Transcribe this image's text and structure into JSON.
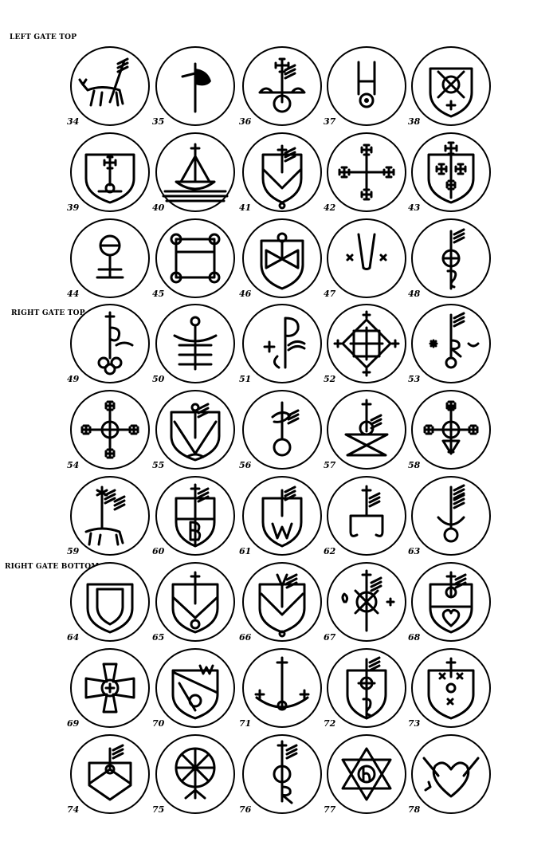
{
  "headings": {
    "left_gate_top": "LEFT GATE TOP",
    "right_gate_top": "RIGHT GATE TOP",
    "right_gate_bottom": "RIGHT GATE BOTTOM"
  },
  "marks": [
    {
      "number": "34",
      "symbol": "deer-with-flag"
    },
    {
      "number": "35",
      "symbol": "axe"
    },
    {
      "number": "36",
      "symbol": "cross-flag-orb-hills"
    },
    {
      "number": "37",
      "symbol": "fork-ring"
    },
    {
      "number": "38",
      "symbol": "shield-saltire"
    },
    {
      "number": "39",
      "symbol": "shield-cross-orb"
    },
    {
      "number": "40",
      "symbol": "ship"
    },
    {
      "number": "41",
      "symbol": "shield-chevron-flag"
    },
    {
      "number": "42",
      "symbol": "cross-potent"
    },
    {
      "number": "43",
      "symbol": "shield-crosses"
    },
    {
      "number": "44",
      "symbol": "orb-stand"
    },
    {
      "number": "45",
      "symbol": "square-circles"
    },
    {
      "number": "46",
      "symbol": "shield-bowtie"
    },
    {
      "number": "47",
      "symbol": "horseshoe-x"
    },
    {
      "number": "48",
      "symbol": "staff-orb-h"
    },
    {
      "number": "49",
      "symbol": "staff-p-trefoil"
    },
    {
      "number": "50",
      "symbol": "anchor-bars"
    },
    {
      "number": "51",
      "symbol": "chi-rho-c"
    },
    {
      "number": "52",
      "symbol": "diamond-cross"
    },
    {
      "number": "53",
      "symbol": "staff-r-star-moon"
    },
    {
      "number": "54",
      "symbol": "cross-circle-potent"
    },
    {
      "number": "55",
      "symbol": "shield-flag-chevron"
    },
    {
      "number": "56",
      "symbol": "staff-s-orb"
    },
    {
      "number": "57",
      "symbol": "hourglass-orb"
    },
    {
      "number": "58",
      "symbol": "cross-circle-triangle"
    },
    {
      "number": "59",
      "symbol": "animal-flag-star"
    },
    {
      "number": "60",
      "symbol": "shield-b"
    },
    {
      "number": "61",
      "symbol": "shield-w"
    },
    {
      "number": "62",
      "symbol": "staff-table-hooks"
    },
    {
      "number": "63",
      "symbol": "staff-moon-orb"
    },
    {
      "number": "64",
      "symbol": "double-shield"
    },
    {
      "number": "65",
      "symbol": "shield-chevron-circle"
    },
    {
      "number": "66",
      "symbol": "shield-w-flag"
    },
    {
      "number": "67",
      "symbol": "wheel-cross"
    },
    {
      "number": "68",
      "symbol": "shield-heart-orb"
    },
    {
      "number": "69",
      "symbol": "cross-pattee"
    },
    {
      "number": "70",
      "symbol": "shield-w-circle"
    },
    {
      "number": "71",
      "symbol": "cross-arc-crosses"
    },
    {
      "number": "72",
      "symbol": "shield-orb-h"
    },
    {
      "number": "73",
      "symbol": "shield-x-marks"
    },
    {
      "number": "74",
      "symbol": "pentagon-flag"
    },
    {
      "number": "75",
      "symbol": "wheel-spokes"
    },
    {
      "number": "76",
      "symbol": "staff-orb-r"
    },
    {
      "number": "77",
      "symbol": "star-of-david-h"
    },
    {
      "number": "78",
      "symbol": "heart-arrows"
    }
  ]
}
